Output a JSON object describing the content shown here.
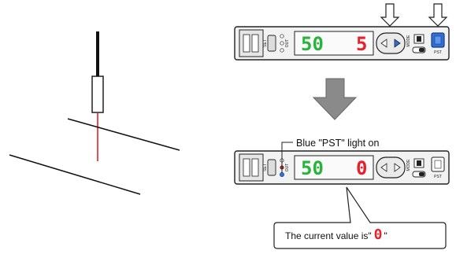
{
  "left_scene": {
    "sensor_beam_color": "#e8202a"
  },
  "top_device": {
    "pv_display": "50",
    "sv_display": "5",
    "set_label": "SET",
    "indicator_label": "OUT",
    "mode_label": "MODE",
    "pst_label": "PST",
    "display_green": "#28b43c",
    "display_red": "#e8202a",
    "button_highlight": "#2f6fd6"
  },
  "transition_arrow": {
    "color": "#8a8a8a"
  },
  "bottom_device": {
    "pv_display": "50",
    "sv_display": "0",
    "set_label": "SET",
    "indicator_label": "OUT",
    "mode_label": "MODE",
    "pst_label": "PST",
    "pst_light_color": "#2f6fd6"
  },
  "annotations": {
    "pst_light": "Blue \"PST\" light on",
    "current_value_prefix": "The current value is\"",
    "current_value_digit": "0",
    "current_value_suffix": "\""
  }
}
